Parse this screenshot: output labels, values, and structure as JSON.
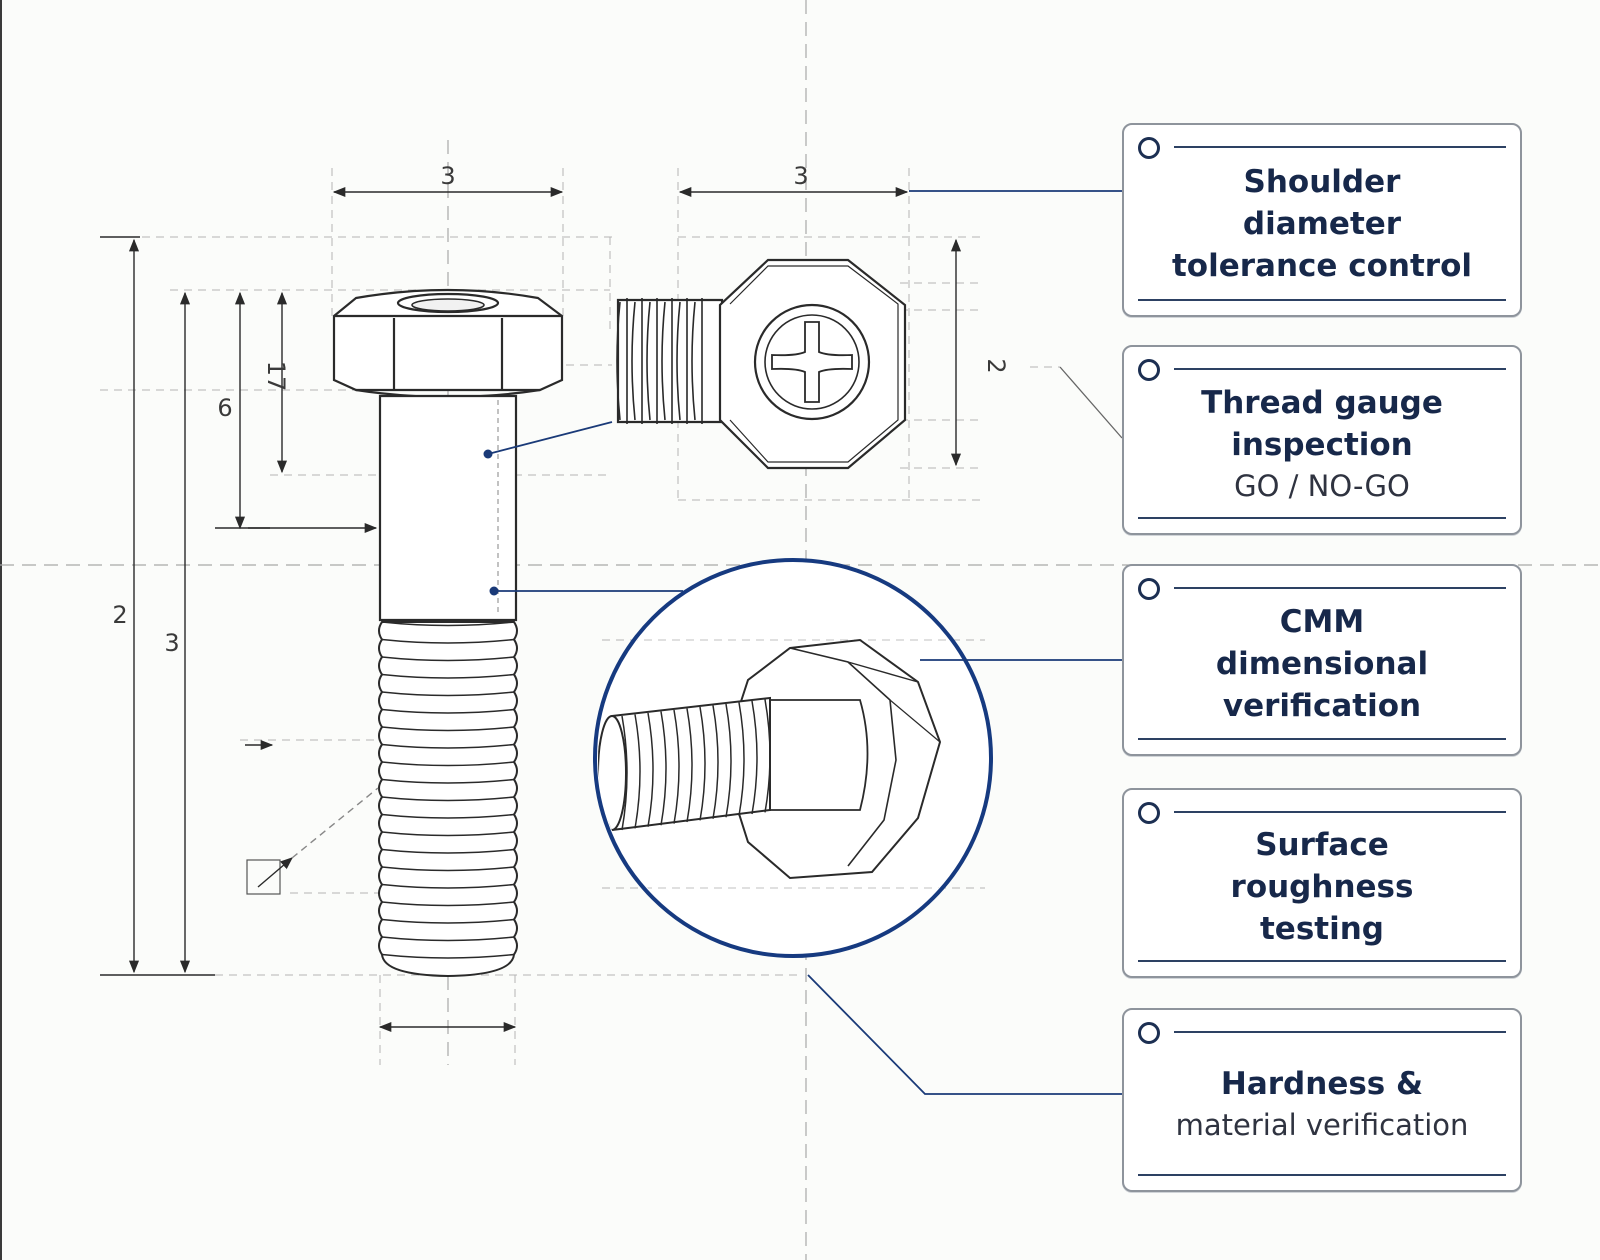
{
  "dimensions": {
    "top_width_front": "3",
    "top_width_side": "3",
    "overall_length": "2",
    "shank_length": "3",
    "head_to_shoulder": "6",
    "head_height": "17",
    "side_height": "2"
  },
  "cards": [
    {
      "title": "Shoulder\ndiameter\ntolerance control",
      "sub": ""
    },
    {
      "title": "Thread gauge\ninspection",
      "sub": "GO / NO-GO"
    },
    {
      "title": "CMM\ndimensional\nverification",
      "sub": ""
    },
    {
      "title": "Surface\nroughness\ntesting",
      "sub": ""
    },
    {
      "title": "Hardness &",
      "sub": "material verification"
    }
  ],
  "colors": {
    "navy": "#1a3a78",
    "linework": "#2a2a2a",
    "guide": "#9a9a9a",
    "card_text": "#17284a"
  }
}
